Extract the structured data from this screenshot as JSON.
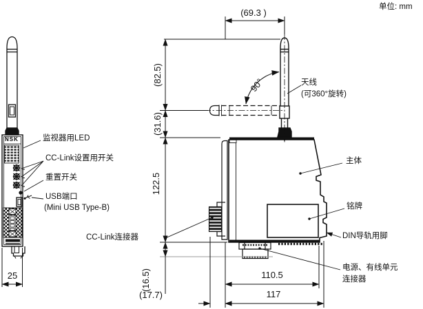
{
  "unit_note": "单位: mm",
  "logo": "NSK",
  "dimensions": {
    "top_width": "(69.3 )",
    "antenna_length": "(82.5)",
    "antenna_offset": "(31.6)",
    "body_height": "122.5",
    "bottom_offset": "(16.5)",
    "front_depth": "(17.7)",
    "body_depth": "110.5",
    "total_depth": "117",
    "front_width": "25",
    "rotation_angle": "90°"
  },
  "labels": {
    "antenna": "天线",
    "antenna_note": "(可360°旋转)",
    "main_body": "主体",
    "nameplate": "铭牌",
    "din_foot": "DIN导轨用脚",
    "power_connector_line1": "电源、有线单元",
    "power_connector_line2": "连接器",
    "cclink_connector": "CC-Link连接器",
    "monitor_led": "监视器用LED",
    "cclink_switches": "CC-Link设置用开关",
    "reset_switch": "重置开关",
    "usb_port": "USB端口",
    "usb_port_note": "(Mini USB Type-B)"
  }
}
